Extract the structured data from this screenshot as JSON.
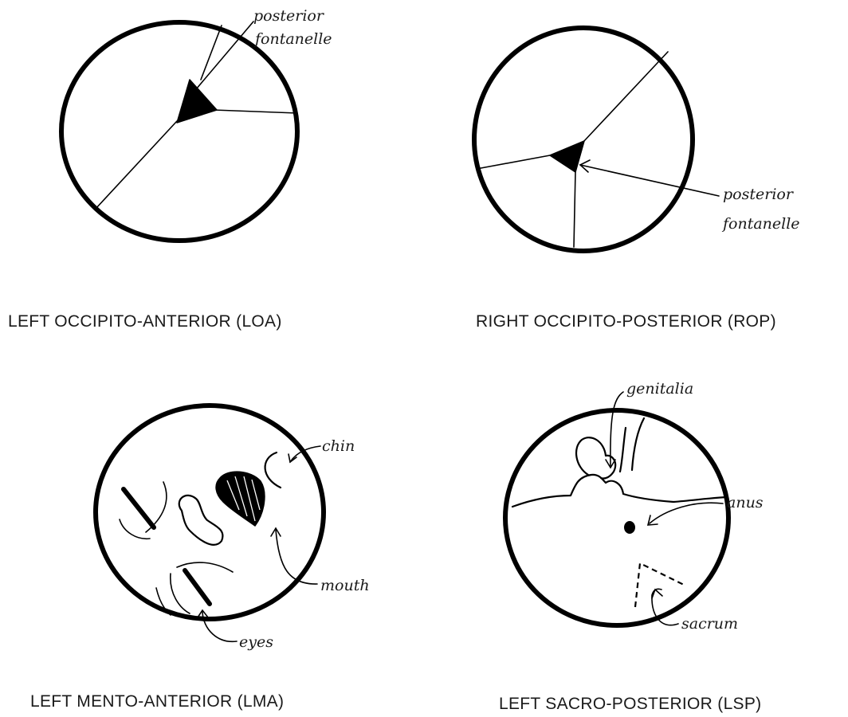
{
  "panels": {
    "loa": {
      "caption": "LEFT OCCIPITO-ANTERIOR (LOA)",
      "label_line1": "posterior",
      "label_line2": "fontanelle"
    },
    "rop": {
      "caption": "RIGHT OCCIPITO-POSTERIOR (ROP)",
      "label_line1": "posterior",
      "label_line2": "fontanelle"
    },
    "lma": {
      "caption": "LEFT MENTO-ANTERIOR (LMA)",
      "label_chin": "chin",
      "label_mouth": "mouth",
      "label_eyes": "eyes"
    },
    "lsp": {
      "caption": "LEFT SACRO-POSTERIOR (LSP)",
      "label_genitalia": "genitalia",
      "label_anus": "anus",
      "label_sacrum": "sacrum"
    }
  },
  "colors": {
    "ink": "#000000",
    "paper": "#ffffff"
  }
}
